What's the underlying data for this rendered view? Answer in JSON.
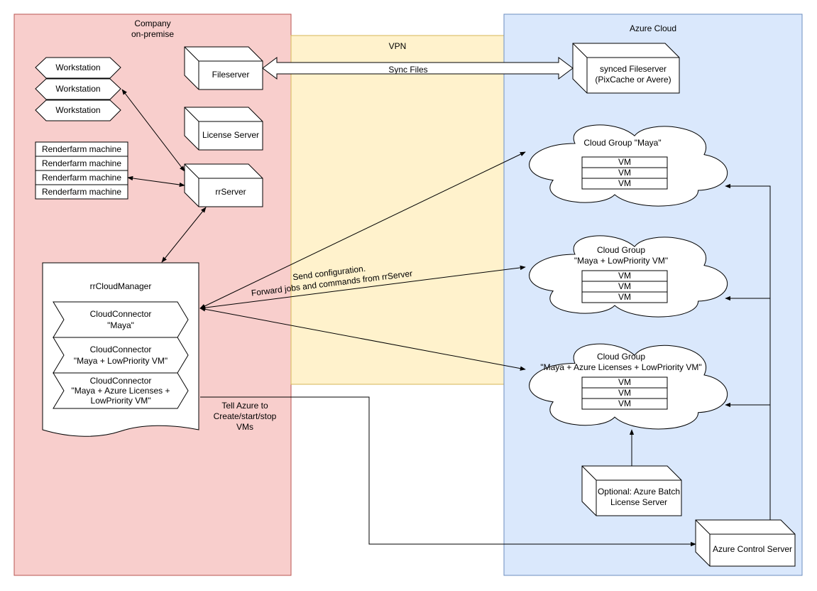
{
  "colors": {
    "company_fill": "#f8cecc",
    "company_stroke": "#b85450",
    "vpn_fill": "#fff2cc",
    "vpn_stroke": "#d6b656",
    "azure_fill": "#dae8fc",
    "azure_stroke": "#6c8ebf",
    "shape_fill": "#ffffff",
    "line": "#000000"
  },
  "regions": {
    "company": [
      "Company",
      "on-premise"
    ],
    "vpn": "VPN",
    "azure": "Azure Cloud"
  },
  "workstations": [
    "Workstation",
    "Workstation",
    "Workstation"
  ],
  "renderfarm": [
    "Renderfarm machine",
    "Renderfarm machine",
    "Renderfarm machine",
    "Renderfarm machine"
  ],
  "servers": {
    "fileserver": "Fileserver",
    "license_server": "License Server",
    "rrserver": "rrServer",
    "synced_fileserver": [
      "synced Fileserver",
      "(PixCache or Avere)"
    ],
    "batch_license": [
      "Optional: Azure Batch",
      "License Server"
    ],
    "control_server": "Azure Control Server"
  },
  "sync_label": "Sync Files",
  "cloud_manager": {
    "title": "rrCloudManager",
    "connectors": [
      [
        "CloudConnector",
        "\"Maya\""
      ],
      [
        "CloudConnector",
        "\"Maya + LowPriority VM\""
      ],
      [
        "CloudConnector",
        "\"Maya + Azure Licenses +",
        "LowPriority VM\""
      ]
    ]
  },
  "cloud_groups": [
    {
      "title": [
        "Cloud Group \"Maya\""
      ],
      "vms": [
        "VM",
        "VM",
        "VM"
      ]
    },
    {
      "title": [
        "Cloud Group",
        "\"Maya + LowPriority VM\""
      ],
      "vms": [
        "VM",
        "VM",
        "VM"
      ]
    },
    {
      "title": [
        "Cloud Group",
        "\"Maya + Azure Licenses + LowPriority VM\""
      ],
      "vms": [
        "VM",
        "VM",
        "VM"
      ]
    }
  ],
  "labels": {
    "send_config": [
      "Send configuration.",
      "Forward jobs and commands from rrServer"
    ],
    "tell_azure": [
      "Tell Azure to",
      "Create/start/stop",
      "VMs"
    ]
  }
}
